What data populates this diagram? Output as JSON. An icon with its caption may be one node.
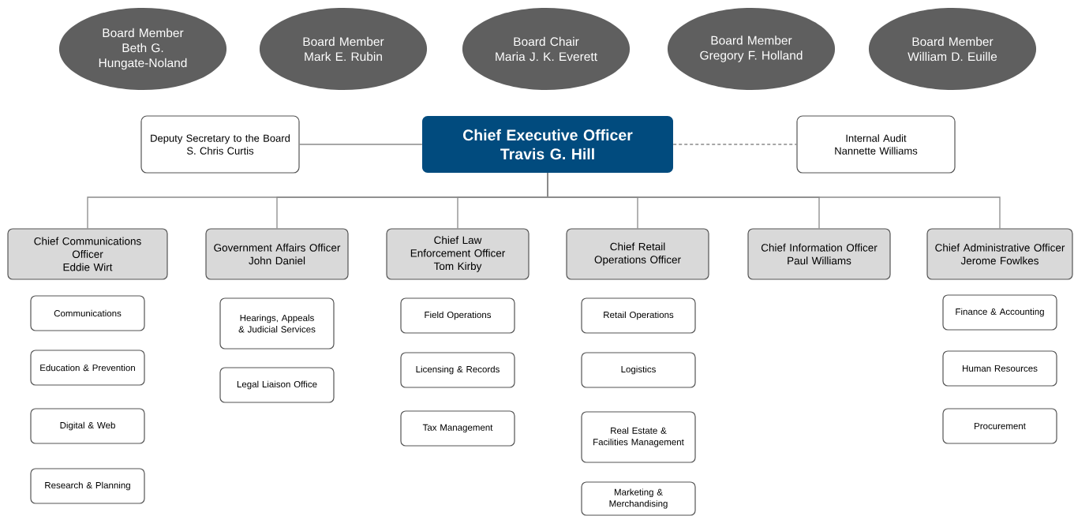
{
  "diagram": {
    "nodes": [
      {
        "text": [
          "Board Member",
          "Beth G. Hungate-Noland"
        ]
      },
      {
        "text": [
          "Board Member",
          "Mark E. Rubin"
        ]
      },
      {
        "text": [
          "Board Chair",
          "Maria J. K. Everett"
        ]
      },
      {
        "text": [
          "Board Member",
          "Gregory F. Holland"
        ]
      },
      {
        "text": [
          "Board Member",
          "William D. Euille"
        ]
      },
      {
        "text": [
          "Deputy Secretary to the Board",
          "S. Chris Curtis"
        ]
      },
      {
        "text": [
          "Chief Executive Officer",
          "Travis G. Hill"
        ]
      },
      {
        "text": [
          "Internal Audit",
          "Nannette Williams"
        ]
      },
      {
        "text": [
          "Chief Communications Officer",
          "Eddie Wirt"
        ]
      },
      {
        "text": [
          "Government Affairs Officer",
          "John Daniel"
        ]
      },
      {
        "text": [
          "Chief Law Enforcement Officer",
          "Tom Kirby"
        ]
      },
      {
        "text": [
          "Chief Retail Operations Officer"
        ]
      },
      {
        "text": [
          "Chief Information Officer",
          "Paul Williams"
        ]
      },
      {
        "text": [
          "Chief Administrative Officer",
          "Jerome Fowlkes"
        ]
      },
      {
        "text": [
          "Communications"
        ]
      },
      {
        "text": [
          "Education & Prevention"
        ]
      },
      {
        "text": [
          "Digital & Web"
        ]
      },
      {
        "text": [
          "Research & Planning"
        ]
      },
      {
        "text": [
          "Hearings, Appeals & Judicial Services"
        ]
      },
      {
        "text": [
          "Legal Liaison Office"
        ]
      },
      {
        "text": [
          "Field Operations"
        ]
      },
      {
        "text": [
          "Licensing & Records"
        ]
      },
      {
        "text": [
          "Tax Management"
        ]
      },
      {
        "text": [
          "Retail Operations"
        ]
      },
      {
        "text": [
          "Logistics"
        ]
      },
      {
        "text": [
          "Real Estate & Facilities Management"
        ]
      },
      {
        "text": [
          "Marketing & Merchandising"
        ]
      },
      {
        "text": [
          "Finance & Accounting"
        ]
      },
      {
        "text": [
          "Human Resources"
        ]
      },
      {
        "text": [
          "Procurement"
        ]
      }
    ],
    "edges": [
      {
        "from": 6,
        "to": 5,
        "arrow": "none"
      },
      {
        "from": 6,
        "to": 7,
        "arrow": "none",
        "style": "dashed"
      },
      {
        "from": 6,
        "to": 8,
        "arrow": "none"
      },
      {
        "from": 6,
        "to": 9,
        "arrow": "none"
      },
      {
        "from": 6,
        "to": 10,
        "arrow": "none"
      },
      {
        "from": 6,
        "to": 11,
        "arrow": "none"
      },
      {
        "from": 6,
        "to": 12,
        "arrow": "none"
      },
      {
        "from": 6,
        "to": 13,
        "arrow": "none"
      }
    ]
  }
}
